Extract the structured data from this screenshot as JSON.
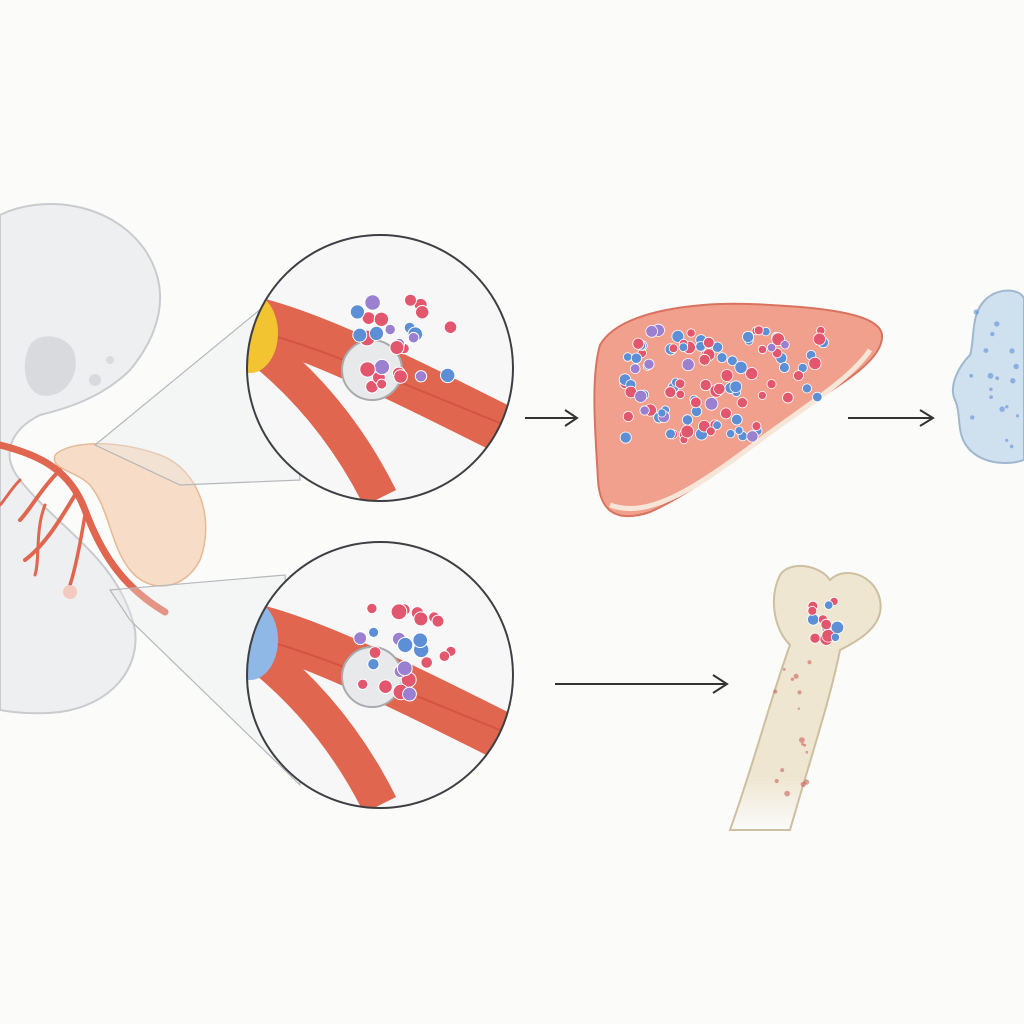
{
  "figure": {
    "description_visible_text": "",
    "colors": {
      "background": "#fbfbfa",
      "body_outline": "#c9cbcf",
      "body_fill": "#eeeff1",
      "artery": "#e0664f",
      "artery_dark": "#c94a39",
      "organ_primary_fill": "#f6d7bd",
      "liver_fill": "#f0a08c",
      "liver_edge": "#d9735f",
      "lung_fill": "#cfe0ee",
      "bone_fill": "#efe6d2",
      "cell_red": "#e2566e",
      "cell_blue": "#5d8fd6",
      "cell_purple": "#9b7fd1",
      "arrow": "#333333",
      "cap_yellow": "#f2c432",
      "cap_blue": "#8fb8e6"
    },
    "panels": [
      {
        "id": "zoom-top",
        "marker": "yellow"
      },
      {
        "id": "zoom-bottom",
        "marker": "blue"
      }
    ],
    "targets": [
      "liver",
      "lung",
      "bone"
    ]
  }
}
